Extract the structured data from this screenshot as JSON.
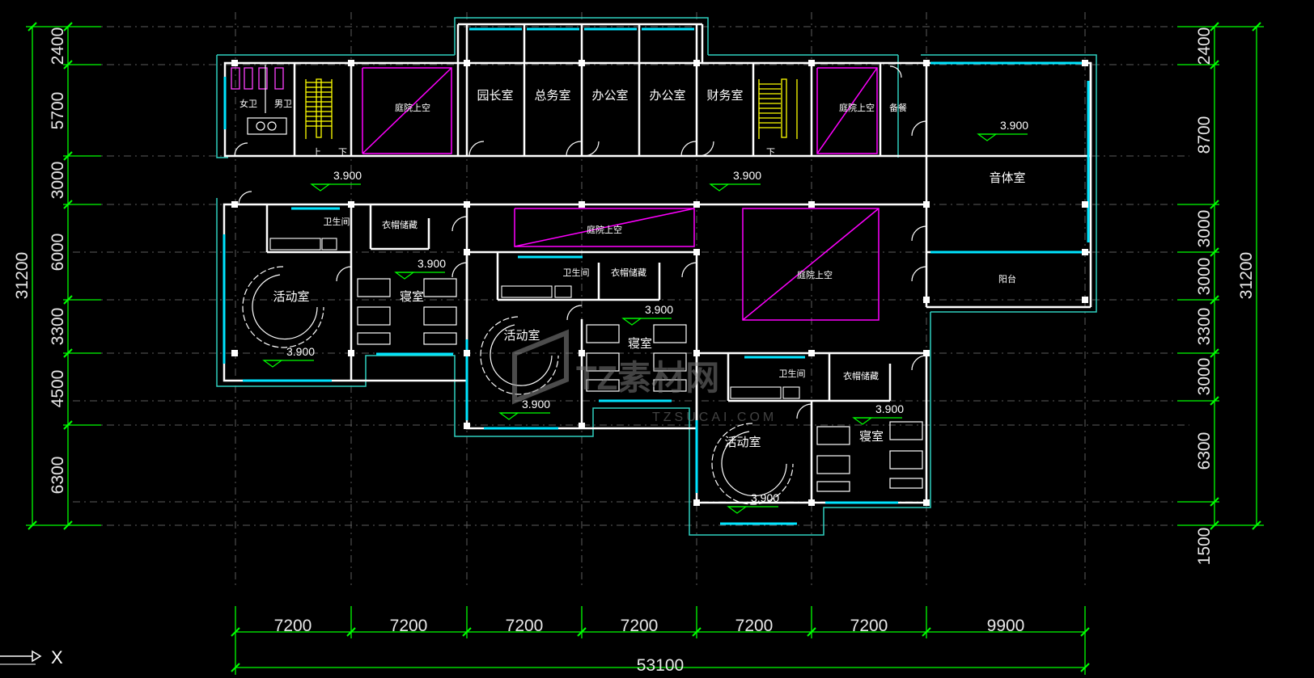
{
  "colors": {
    "background": "#000000",
    "wall": "#ffffff",
    "window": "#00e5ff",
    "dimension": "#00ff00",
    "void": "#ff00ff",
    "stair": "#ffff00",
    "grid": "#606060"
  },
  "dims": {
    "left": [
      "2400",
      "5700",
      "3000",
      "6000",
      "3300",
      "4500",
      "6300"
    ],
    "left_total": "31200",
    "right": [
      "2400",
      "8700",
      "3000",
      "3000",
      "3300",
      "3000",
      "6300",
      "1500"
    ],
    "right_total": "31200",
    "bottom": [
      "7200",
      "7200",
      "7200",
      "7200",
      "7200",
      "7200",
      "9900"
    ],
    "bottom_total": "53100"
  },
  "rooms": {
    "female_wc": "女卫",
    "male_wc": "男卫",
    "stair_up": "上",
    "stair_down_1": "下",
    "stair_down_2": "下",
    "courtyard_void_1": "庭院上空",
    "principal": "园长室",
    "general_affairs": "总务室",
    "office_1": "办公室",
    "office_2": "办公室",
    "finance": "财务室",
    "courtyard_void_2": "庭院上空",
    "pantry": "备餐",
    "music": "音体室",
    "balcony": "阳台",
    "courtyard_void_3": "庭院上空",
    "courtyard_void_4": "庭院上空",
    "toilet_1": "卫生间",
    "wardrobe_1": "衣帽储藏",
    "activity_1": "活动室",
    "bedroom_1": "寝室",
    "toilet_2": "卫生间",
    "wardrobe_2": "衣帽储藏",
    "activity_2": "活动室",
    "bedroom_2": "寝室",
    "toilet_3": "卫生间",
    "wardrobe_3": "衣帽储藏",
    "activity_3": "活动室",
    "bedroom_3": "寝室"
  },
  "level": "3.900",
  "axis_label": "X",
  "watermark": {
    "logo": "TZ素材网",
    "url": "TZSUCAI.COM"
  }
}
